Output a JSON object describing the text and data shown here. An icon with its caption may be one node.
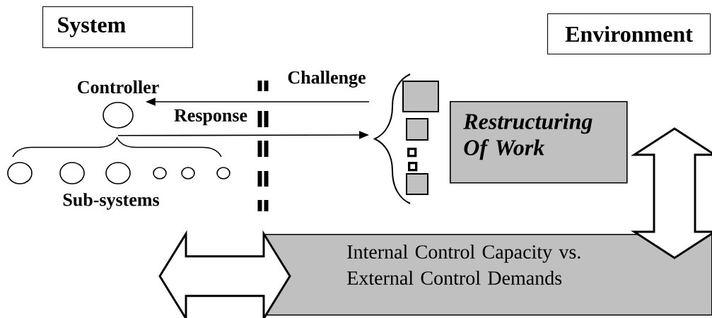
{
  "diagram": {
    "nodes": [
      {
        "text": [
          "System"
        ]
      },
      {
        "text": [
          "Environment"
        ]
      },
      {
        "text": [
          "Controller"
        ]
      },
      {
        "text": [],
        "shape": "circle"
      },
      {
        "text": [],
        "shape": "circle"
      },
      {
        "text": [],
        "shape": "circle"
      },
      {
        "text": [],
        "shape": "circle"
      },
      {
        "text": [],
        "shape": "circle"
      },
      {
        "text": [],
        "shape": "circle"
      },
      {
        "text": [],
        "shape": "box"
      },
      {
        "text": [],
        "shape": "box"
      },
      {
        "text": [],
        "shape": "box"
      },
      {
        "text": [],
        "shape": "box"
      },
      {
        "text": [],
        "shape": "box"
      },
      {
        "text": [
          "Restructuring Of Work"
        ]
      },
      {
        "text": [
          "Internal Control Capacity vs. External Control Demands"
        ]
      },
      {
        "text": [],
        "shape": "brace"
      }
    ],
    "edges": [
      {
        "from": 16,
        "to": 2,
        "arrow": "to",
        "label": "Challenge"
      },
      {
        "from": 2,
        "to": 16,
        "arrow": "to",
        "label": "Response"
      },
      {
        "from": 14,
        "to": 15,
        "arrow": "both"
      },
      {
        "from": null,
        "to": 15,
        "arrow": "both"
      }
    ],
    "labels": [
      "Sub-systems"
    ]
  }
}
